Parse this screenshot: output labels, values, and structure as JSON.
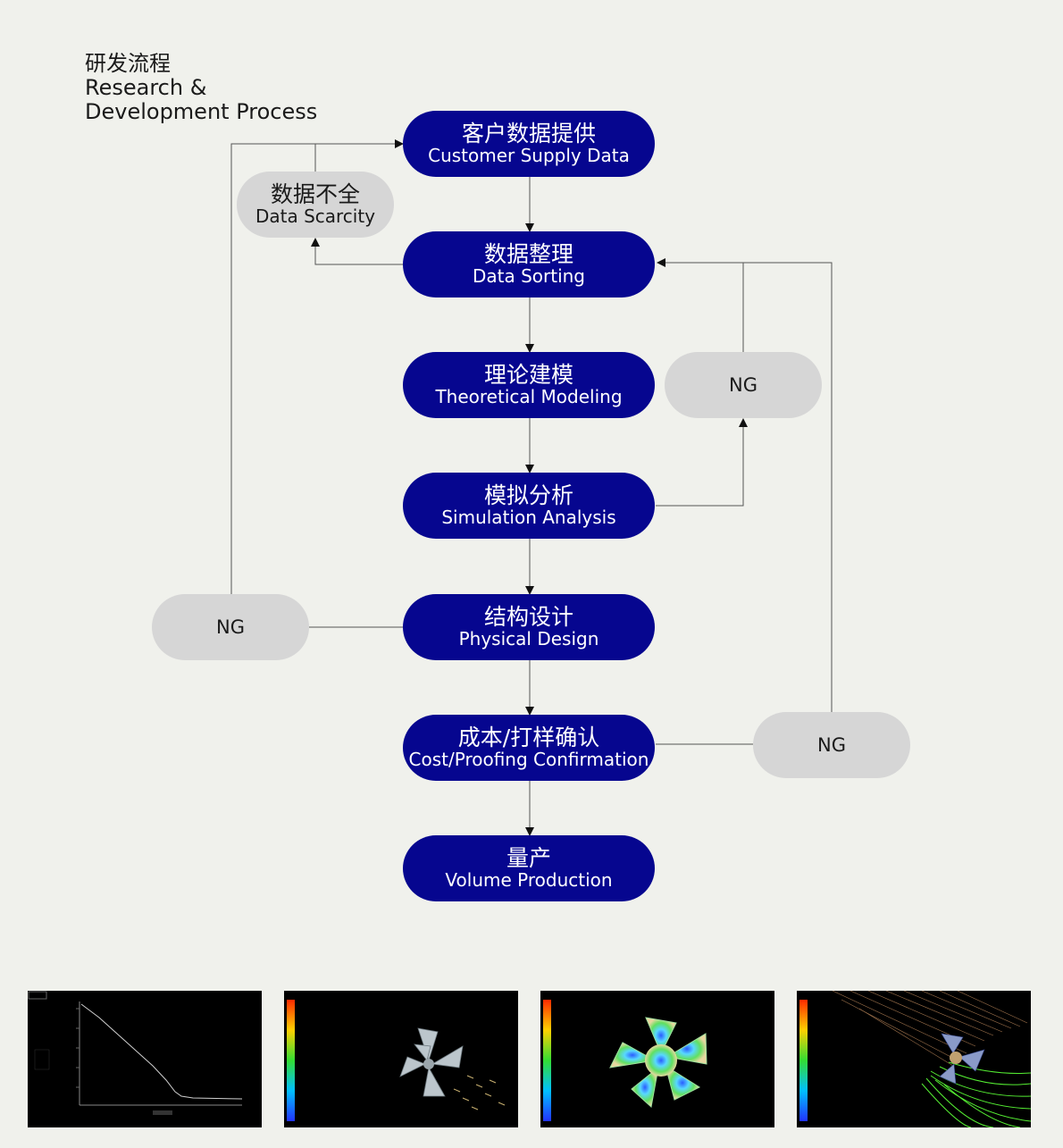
{
  "title": {
    "zh": "研发流程",
    "en_line1": "Research &",
    "en_line2": "Development Process"
  },
  "steps": [
    {
      "zh": "客户数据提供",
      "en": "Customer Supply Data"
    },
    {
      "zh": "数据整理",
      "en": "Data Sorting"
    },
    {
      "zh": "理论建模",
      "en": "Theoretical Modeling"
    },
    {
      "zh": "模拟分析",
      "en": "Simulation Analysis"
    },
    {
      "zh": "结构设计",
      "en": "Physical Design"
    },
    {
      "zh": "成本/打样确认",
      "en": "Cost/Proofing Confirmation"
    },
    {
      "zh": "量产",
      "en": "Volume Production"
    }
  ],
  "feedback": {
    "scarcity": {
      "zh": "数据不全",
      "en": "Data Scarcity"
    },
    "ng_simulation": "NG",
    "ng_design": "NG",
    "ng_cost": "NG"
  },
  "colors": {
    "step_fill": "#06068f",
    "feedback_fill": "#d6d6d6",
    "background": "#f0f1ec"
  },
  "thumbnails": [
    {
      "kind": "line-plot"
    },
    {
      "kind": "fan-velocity-vectors"
    },
    {
      "kind": "fan-pressure-contour"
    },
    {
      "kind": "fan-streamlines"
    }
  ]
}
